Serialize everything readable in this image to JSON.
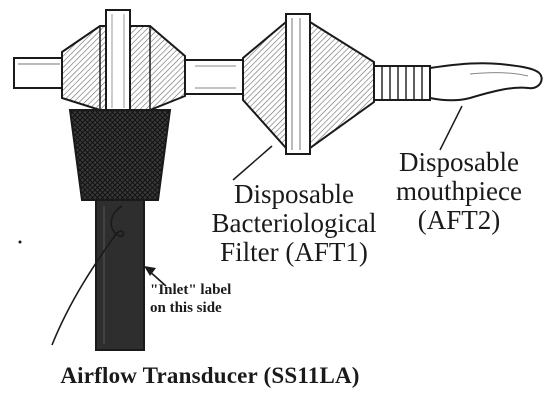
{
  "filter_label": {
    "lines": [
      "Disposable",
      "Bacteriological",
      "Filter (AFT1)"
    ]
  },
  "mouthpiece_label": {
    "lines": [
      "Disposable",
      "mouthpiece",
      "(AFT2)"
    ]
  },
  "inlet_label": {
    "lines": [
      "\"Inlet\" label",
      "on this side"
    ]
  },
  "caption": "Airflow Transducer (SS11LA)",
  "colors": {
    "ink": "#1a1a1a",
    "dark_fill": "#2e2e2e",
    "background": "#ffffff"
  }
}
